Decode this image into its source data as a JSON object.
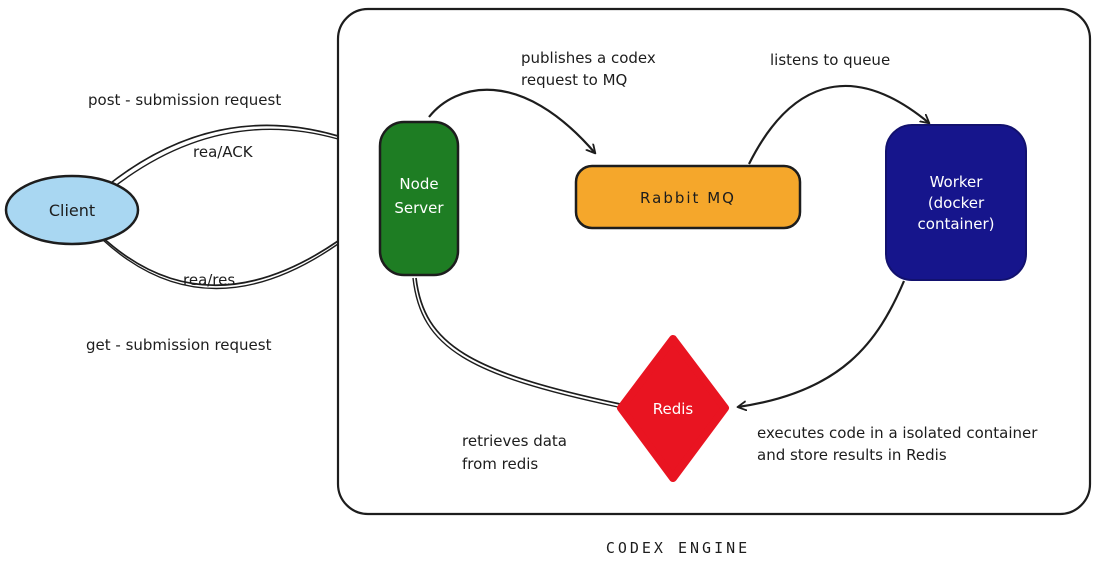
{
  "diagram": {
    "caption": "CODEX ENGINE",
    "ink_color": "#1d1d1d",
    "background_color": "#ffffff",
    "nodes": {
      "client": {
        "label": "Client",
        "shape": "ellipse",
        "fill": "#a9d7f2"
      },
      "node_server": {
        "lines": [
          "Node",
          "Server"
        ],
        "shape": "rounded-rect",
        "fill": "#1e7d23"
      },
      "rabbit_mq": {
        "label": "Rabbit MQ",
        "shape": "rounded-rect",
        "fill": "#f5a72b"
      },
      "worker": {
        "lines": [
          "Worker",
          "(docker",
          "container)"
        ],
        "shape": "rounded-rect",
        "fill": "#16158c"
      },
      "redis": {
        "label": "Redis",
        "shape": "diamond",
        "fill": "#e91421"
      }
    },
    "edge_labels": {
      "post_submission": "post - submission request",
      "req_ack": "rea/ACK",
      "req_res": "rea/res",
      "get_submission": "get - submission request",
      "publishes": [
        "publishes a codex",
        "request to MQ"
      ],
      "listens": "listens to queue",
      "executes": [
        "executes code in a isolated container",
        "and store results in Redis"
      ],
      "retrieves": [
        "retrieves data",
        "from redis"
      ]
    }
  }
}
